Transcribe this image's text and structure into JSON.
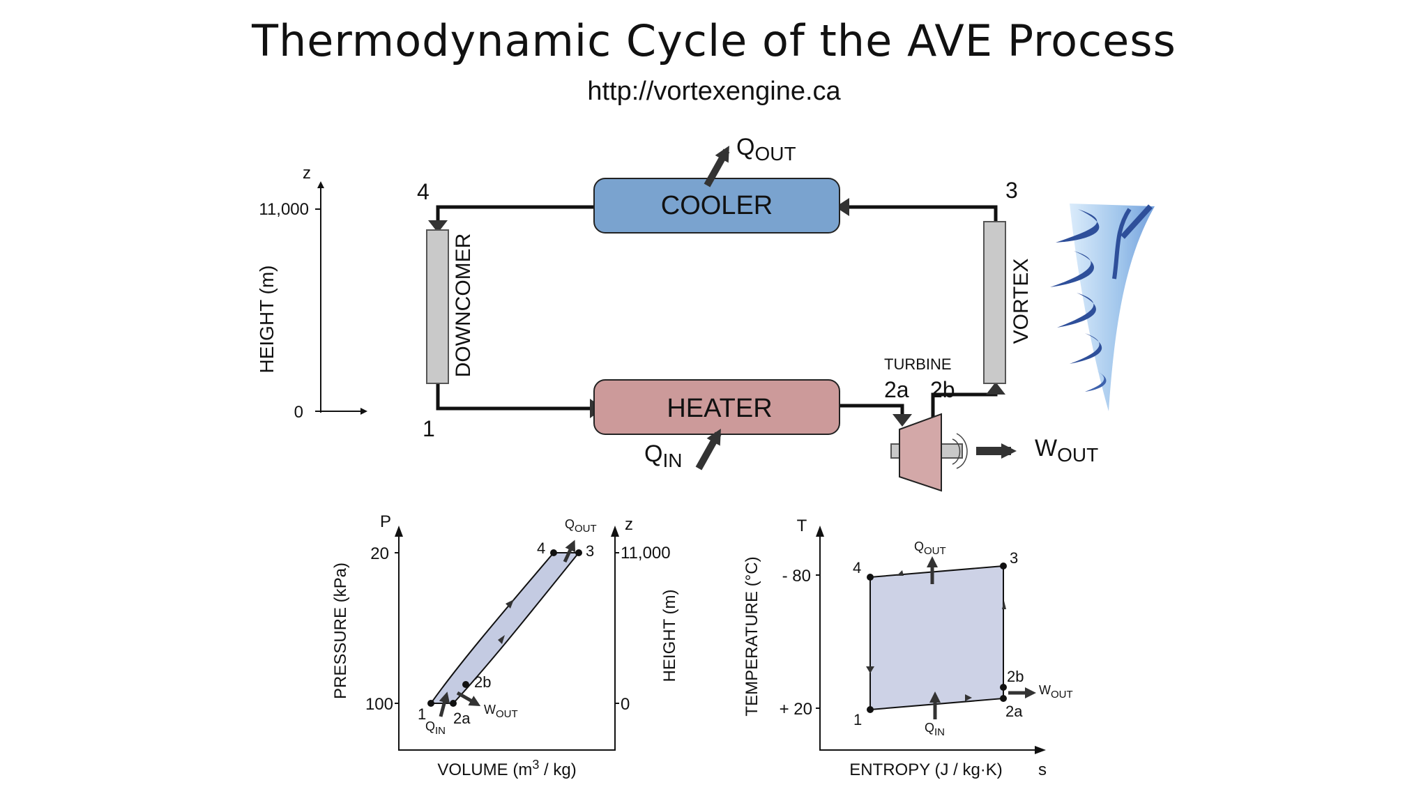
{
  "title": "Thermodynamic Cycle of the AVE Process",
  "subtitle": "http://vortexengine.ca",
  "colors": {
    "cooler": "#7aa3cf",
    "heater": "#cc9a9a",
    "column": "#c9c9c9",
    "turbine": "#d3a8a8",
    "fill_pv": "#c4cbe2",
    "fill_ts": "#cdd2e6",
    "vortex_dark": "#2e4f9a",
    "vortex_light": "#8fbbe8"
  },
  "schematic": {
    "z_axis": {
      "label": "z",
      "tick_top": "11,000",
      "tick_bottom": "0",
      "title": "HEIGHT (m)"
    },
    "cooler": "COOLER",
    "heater": "HEATER",
    "downcomer": "DOWNCOMER",
    "vortex": "VORTEX",
    "turbine": "TURBINE",
    "points": {
      "p1": "1",
      "p2a": "2a",
      "p2b": "2b",
      "p3": "3",
      "p4": "4"
    },
    "q_out": {
      "main": "Q",
      "sub": "OUT"
    },
    "q_in": {
      "main": "Q",
      "sub": "IN"
    },
    "w_out": {
      "main": "W",
      "sub": "OUT"
    }
  },
  "pv_plot": {
    "y_axis_letter": "P",
    "y_axis_title": "PRESSURE (kPa)",
    "y_ticks": [
      "20",
      "100"
    ],
    "right_axis_letter": "z",
    "right_axis_title": "HEIGHT (m)",
    "right_ticks": [
      "11,000",
      "0"
    ],
    "x_axis_title_pre": "VOLUME (m",
    "x_axis_title_sup": "3",
    "x_axis_title_post": " / kg)",
    "points": {
      "p1": "1",
      "p2a": "2a",
      "p2b": "2b",
      "p3": "3",
      "p4": "4"
    },
    "q_out": {
      "main": "Q",
      "sub": "OUT"
    },
    "q_in": {
      "main": "Q",
      "sub": "IN"
    },
    "w_out": {
      "main": "W",
      "sub": "OUT"
    }
  },
  "ts_plot": {
    "y_axis_letter": "T",
    "y_axis_title": "TEMPERATURE (°C)",
    "y_ticks": [
      "- 80",
      "+ 20"
    ],
    "x_axis_title": "ENTROPY (J / kg·K)",
    "x_axis_letter": "s",
    "points": {
      "p1": "1",
      "p2a": "2a",
      "p2b": "2b",
      "p3": "3",
      "p4": "4"
    },
    "q_out": {
      "main": "Q",
      "sub": "OUT"
    },
    "q_in": {
      "main": "Q",
      "sub": "IN"
    },
    "w_out": {
      "main": "W",
      "sub": "OUT"
    }
  }
}
